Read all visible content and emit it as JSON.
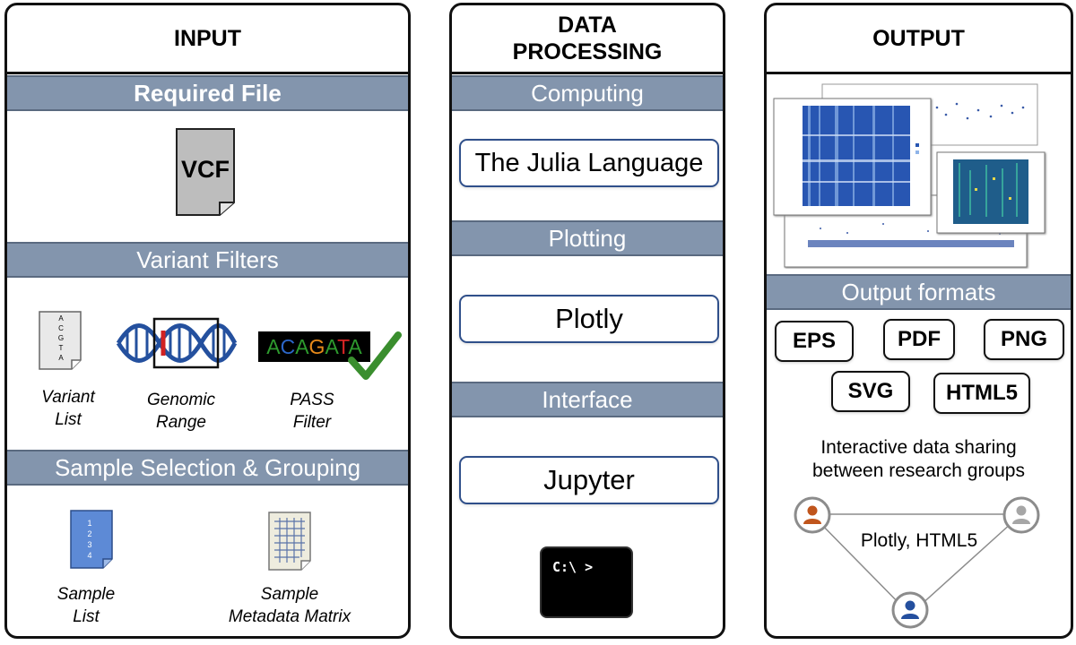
{
  "input": {
    "title": "INPUT",
    "required_band": "Required File",
    "vcf_label": "VCF",
    "filters_band": "Variant Filters",
    "variant_list": {
      "letters": [
        "A",
        "C",
        "G",
        "T",
        "A"
      ],
      "caption_line1": "Variant",
      "caption_line2": "List"
    },
    "genomic_range": {
      "caption_line1": "Genomic",
      "caption_line2": "Range"
    },
    "pass_filter": {
      "sequence": [
        "A",
        "C",
        "A",
        "G",
        "A",
        "T",
        "A"
      ],
      "colors": [
        "#2e9a2e",
        "#2c66c9",
        "#2e9a2e",
        "#e88a1a",
        "#2e9a2e",
        "#d62424",
        "#2e9a2e"
      ],
      "caption_line1": "PASS",
      "caption_line2": "Filter"
    },
    "sample_band": "Sample Selection & Grouping",
    "sample_list": {
      "numbers": [
        "1",
        "2",
        "3",
        "4"
      ],
      "caption_line1": "Sample",
      "caption_line2": "List"
    },
    "sample_matrix": {
      "caption_line1": "Sample",
      "caption_line2": "Metadata Matrix"
    }
  },
  "processing": {
    "title_line1": "DATA",
    "title_line2": "PROCESSING",
    "computing_band": "Computing",
    "julia_box": "The Julia Language",
    "plotting_band": "Plotting",
    "plotly_box": "Plotly",
    "interface_band": "Interface",
    "jupyter_box": "Jupyter",
    "terminal_text": "C:\\ >"
  },
  "output": {
    "title": "OUTPUT",
    "formats_band": "Output formats",
    "formats": [
      "EPS",
      "PDF",
      "PNG",
      "SVG",
      "HTML5"
    ],
    "share_line1": "Interactive data sharing",
    "share_line2": "between research groups",
    "network_label": "Plotly, HTML5",
    "colors": {
      "user_orange": "#c0551c",
      "user_gray": "#a6a6a6",
      "user_blue": "#244f9e"
    }
  },
  "colors": {
    "band": "#8395ad",
    "box_border": "#2f4f8a"
  }
}
